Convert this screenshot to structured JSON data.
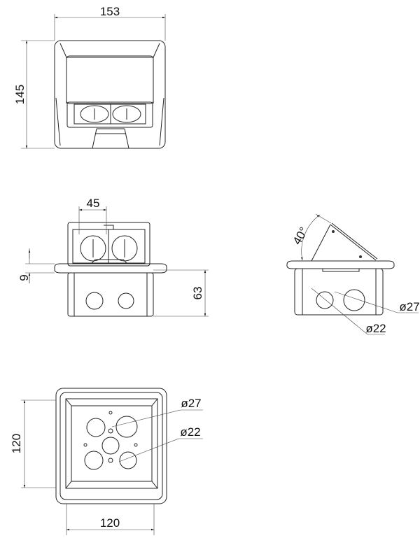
{
  "top_view": {
    "width_dim": "153",
    "height_dim": "145"
  },
  "front_view": {
    "socket_spacing_dim": "45",
    "flange_dim": "9",
    "depth_dim": "63"
  },
  "side_view": {
    "angle_dim": "40°",
    "large_hole_dim": "ø27",
    "small_hole_dim": "ø22"
  },
  "bottom_view": {
    "large_hole_dim": "ø27",
    "small_hole_dim": "ø22",
    "height_dim": "120",
    "width_dim": "120"
  },
  "colors": {
    "line": "#222222",
    "background": "#ffffff"
  }
}
